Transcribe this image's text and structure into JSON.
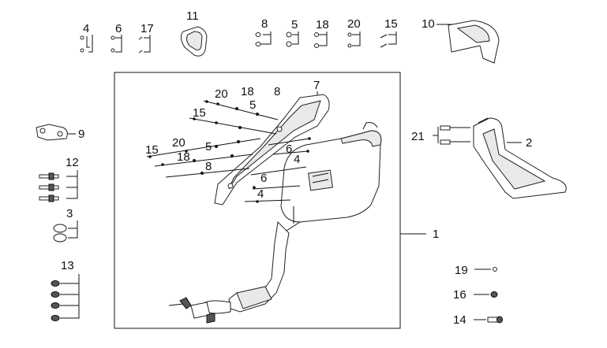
{
  "callouts": {
    "c4_top": "4",
    "c6_top": "6",
    "c17": "17",
    "c11": "11",
    "c8_top": "8",
    "c5_top": "5",
    "c18_top": "18",
    "c20_top": "20",
    "c15_top": "15",
    "c10": "10",
    "c7": "7",
    "c9": "9",
    "c12": "12",
    "c3": "3",
    "c13": "13",
    "c21": "21",
    "c2": "2",
    "c1": "1",
    "c19": "19",
    "c16": "16",
    "c14": "14",
    "c20_a": "20",
    "c18_a": "18",
    "c5_a": "5",
    "c8_a": "8",
    "c15_a": "15",
    "c20_b": "20",
    "c5_b": "5",
    "c18_b": "18",
    "c8_b": "8",
    "c15_b": "15",
    "c6_a": "6",
    "c4_a": "4",
    "c6_b": "6",
    "c4_b": "4"
  }
}
